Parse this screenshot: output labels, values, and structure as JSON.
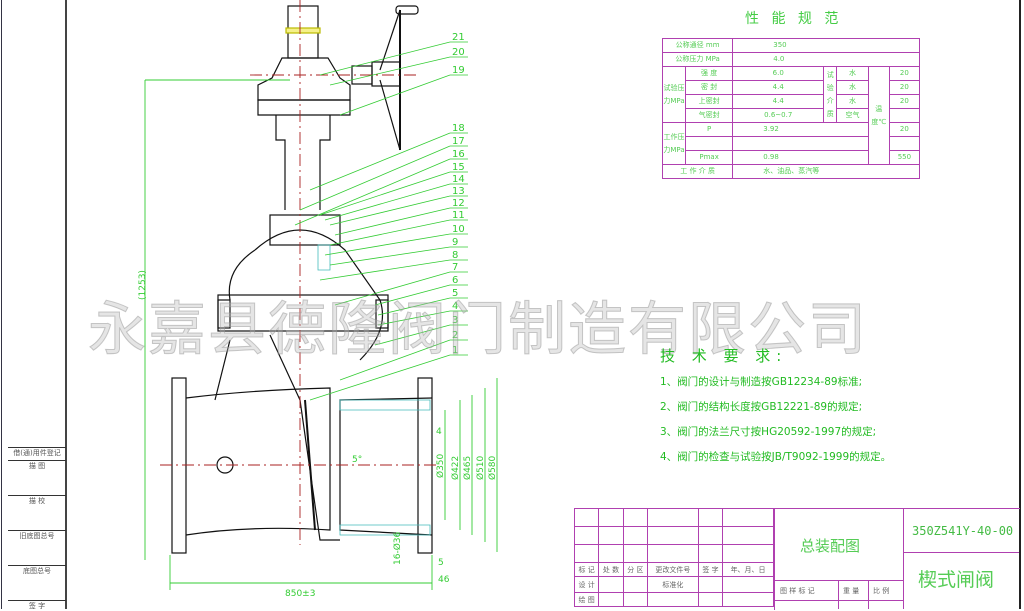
{
  "spec_table": {
    "title": "性 能 规 范",
    "rows": {
      "nominal_diameter_label": "公称通径 mm",
      "nominal_diameter": "350",
      "nominal_pressure_label": "公称压力 MPa",
      "nominal_pressure": "4.0",
      "test_pressure_label": "试验压力MPa",
      "test_items": [
        {
          "label": "强 度",
          "value": "6.0",
          "medium": "水",
          "temp": "20"
        },
        {
          "label": "密 封",
          "value": "4.4",
          "medium": "水",
          "temp": "20"
        },
        {
          "label": "上密封",
          "value": "4.4",
          "medium": "水",
          "temp": "20"
        },
        {
          "label": "气密封",
          "value": "0.6~0.7",
          "medium": "空气",
          "temp": ""
        }
      ],
      "test_medium_label": "试验介质",
      "temp_label": "温度℃",
      "work_pressure_label": "工作压力MPa",
      "work_items": [
        {
          "label": "P",
          "value": "3.92",
          "temp": "20"
        },
        {
          "label": "",
          "value": "",
          "temp": ""
        },
        {
          "label": "Pmax",
          "value": "0.98",
          "temp": "550"
        }
      ],
      "work_medium_label": "工 作 介 质",
      "work_medium": "水、油品、蒸汽等"
    }
  },
  "requirements": {
    "title": "技 术 要 求:",
    "items": [
      "1、阀门的设计与制造按GB12234-89标准;",
      "2、阀门的结构长度按GB12221-89的规定;",
      "3、阀门的法兰尺寸按HG20592-1997的规定;",
      "4、阀门的检查与试验按JB/T9092-1999的规定。"
    ]
  },
  "watermark": "永嘉县德隆阀门制造有限公司",
  "title_block": {
    "drawing_name": "总装配图",
    "drawing_number": "350Z541Y-40-00",
    "product_name": "楔式闸阀",
    "revision_headers": [
      "标 记",
      "处 数",
      "分 区",
      "更改文件号",
      "签 字",
      "年、月、日"
    ],
    "design_label": "设 计",
    "standardization_label": "标准化",
    "drafting_label": "绘 图",
    "stage_mark_label": "图 样 标 记",
    "weight_label": "重 量",
    "scale_label": "比 例"
  },
  "side_strip": {
    "labels": [
      "借(通)用件登记",
      "描 图",
      "描 校",
      "旧底图总号",
      "底图总号",
      "签 字"
    ]
  },
  "dimensions": {
    "overall_height": "(1253)",
    "face_to_face": "850±3",
    "bore": "Ø350",
    "d422": "Ø422",
    "d465": "Ø465",
    "d510": "Ø510",
    "d580": "Ø580",
    "raised_face": "4",
    "flange_thk": "5",
    "flange_total": "46",
    "bolts": "16-Ø36",
    "wedge_angle": "5°"
  },
  "part_numbers": [
    "21",
    "20",
    "19",
    "18",
    "17",
    "16",
    "15",
    "14",
    "13",
    "12",
    "11",
    "10",
    "9",
    "8",
    "7",
    "6",
    "5",
    "4",
    "3",
    "2",
    "1"
  ]
}
